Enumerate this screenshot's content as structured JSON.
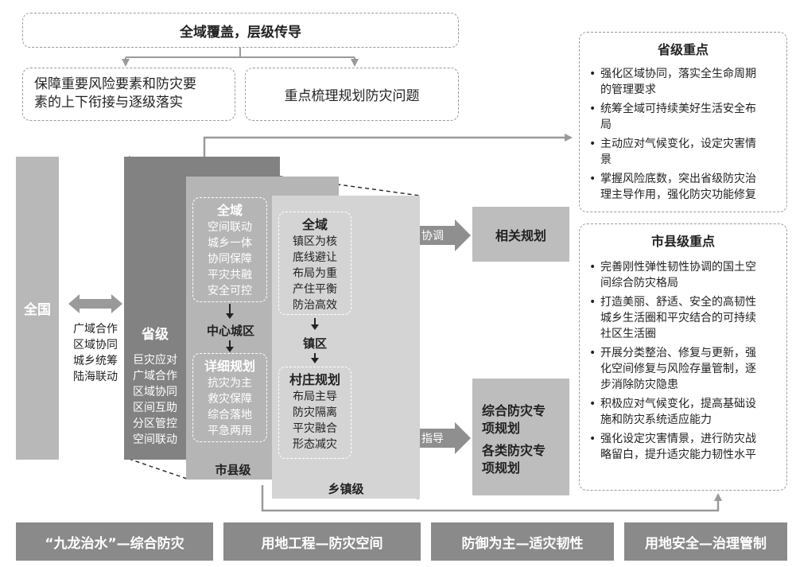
{
  "top": {
    "title": "全域覆盖，层级传导",
    "left_box": [
      "保障重要风险要素和防灾要",
      "素的上下衔接与逐级落实"
    ],
    "right_box": "重点梳理规划防灾问题"
  },
  "levels": {
    "national": "全国",
    "national_notes": [
      "广域合作",
      "区域协同",
      "城乡统筹",
      "陆海联动"
    ],
    "province": "省级",
    "province_notes": [
      "巨灾应对",
      "广域合作",
      "区域协同",
      "区间互助",
      "分区管控",
      "空间联动"
    ],
    "city_county": "市县级",
    "township": "乡镇级"
  },
  "city_panel": {
    "global_title": "全域",
    "global_items": [
      "空间联动",
      "城乡一体",
      "协同保障",
      "平灾共融",
      "安全可控"
    ],
    "center_label": "中心城区",
    "detail_title": "详细规划",
    "detail_items": [
      "抗灾为主",
      "救灾保障",
      "综合落地",
      "平急两用"
    ]
  },
  "town_panel": {
    "global_title": "全域",
    "global_items": [
      "镇区为核",
      "底线避让",
      "布局为重",
      "产住平衡",
      "防治高效"
    ],
    "town_label": "镇区",
    "village_title": "村庄规划",
    "village_items": [
      "布局主导",
      "防灾隔离",
      "平灾融合",
      "形态减灾"
    ]
  },
  "relations": {
    "coordinate": "协调",
    "related_plan": "相关规划",
    "guide": "指导",
    "special_plans": [
      "综合防灾专",
      "项规划",
      "各类防灾专",
      "项规划"
    ]
  },
  "province_focus": {
    "title": "省级重点",
    "items": [
      [
        "强化区域协同，落实全生命周期",
        "的管理要求"
      ],
      [
        "统筹全域可持续美好生活安全布",
        "局"
      ],
      [
        "主动应对气候变化，设定灾害情",
        "景"
      ],
      [
        "掌握风险底数，突出省级防灾治",
        "理主导作用，强化防灾功能修复"
      ]
    ]
  },
  "city_focus": {
    "title": "市县级重点",
    "items": [
      [
        "完善刚性弹性韧性协调的国土空",
        "间综合防灾格局"
      ],
      [
        "打造美丽、舒适、安全的高韧性",
        "城乡生活圈和平灾结合的可持续",
        "社区生活圈"
      ],
      [
        "开展分类整治、修复与更新，强",
        "化空间修复与风险存量管制，逐",
        "步消除防灾隐患"
      ],
      [
        "积极应对气候变化，提高基础设",
        "施和防灾系统适应能力"
      ],
      [
        "强化设定灾害情景，进行防灾战",
        "略留白，提升适灾能力韧性水平"
      ]
    ]
  },
  "bottom": [
    "“九龙治水”—综合防灾",
    "用地工程—防灾空间",
    "防御为主—适灾韧性",
    "用地安全—治理管制"
  ]
}
